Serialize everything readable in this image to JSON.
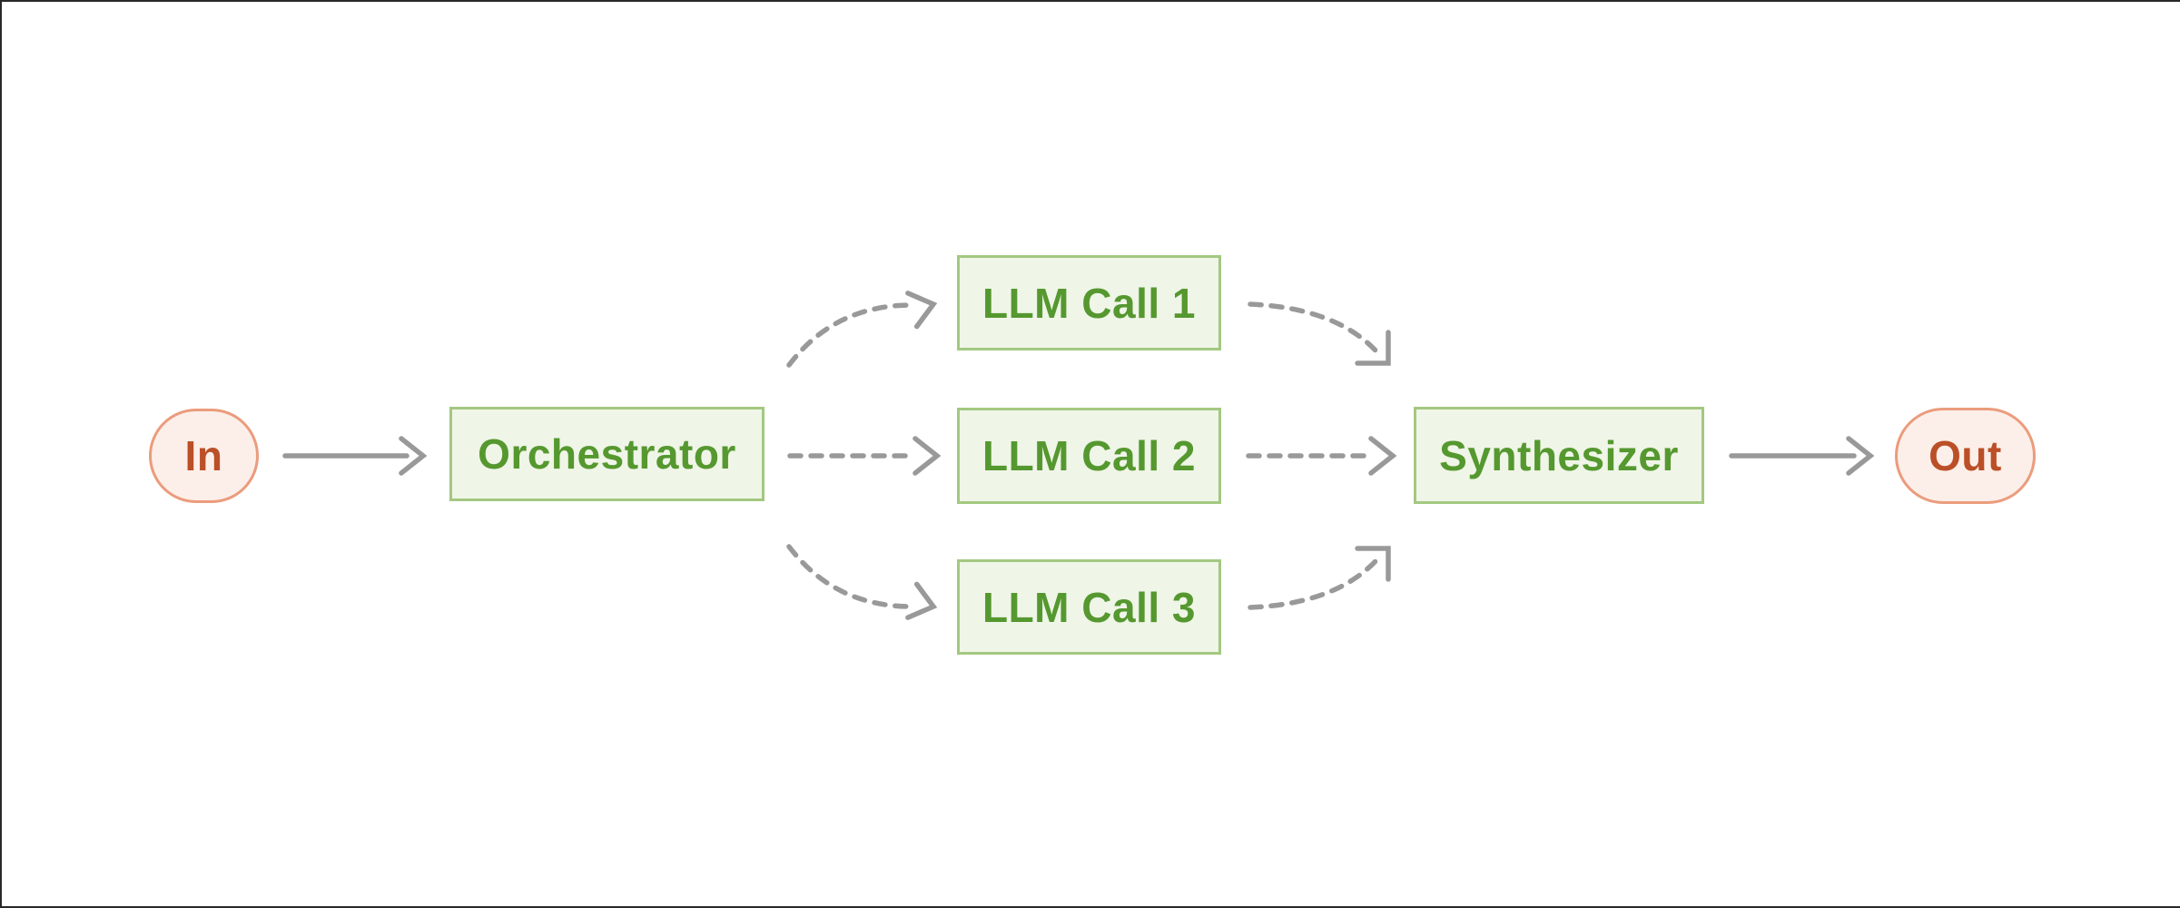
{
  "diagram": {
    "title": "orchestrator-workers-workflow",
    "nodes": {
      "in": {
        "label": "In",
        "shape": "pill"
      },
      "orchestrator": {
        "label": "Orchestrator",
        "shape": "rect"
      },
      "llm_call_1": {
        "label": "LLM Call 1",
        "shape": "rect"
      },
      "llm_call_2": {
        "label": "LLM Call 2",
        "shape": "rect"
      },
      "llm_call_3": {
        "label": "LLM Call 3",
        "shape": "rect"
      },
      "synthesizer": {
        "label": "Synthesizer",
        "shape": "rect"
      },
      "out": {
        "label": "Out",
        "shape": "pill"
      }
    },
    "edges": [
      {
        "from": "in",
        "to": "orchestrator",
        "style": "solid"
      },
      {
        "from": "orchestrator",
        "to": "llm_call_1",
        "style": "dashed"
      },
      {
        "from": "orchestrator",
        "to": "llm_call_2",
        "style": "dashed"
      },
      {
        "from": "orchestrator",
        "to": "llm_call_3",
        "style": "dashed"
      },
      {
        "from": "llm_call_1",
        "to": "synthesizer",
        "style": "dashed"
      },
      {
        "from": "llm_call_2",
        "to": "synthesizer",
        "style": "dashed"
      },
      {
        "from": "llm_call_3",
        "to": "synthesizer",
        "style": "dashed"
      },
      {
        "from": "synthesizer",
        "to": "out",
        "style": "solid"
      }
    ],
    "colors": {
      "process_fill": "#eff5e7",
      "process_border": "#a3c881",
      "process_text": "#55982f",
      "terminal_fill": "#fcefe9",
      "terminal_border": "#eb9c7d",
      "terminal_text": "#bb4f27",
      "arrow": "#999999",
      "frame_border": "#282828"
    }
  }
}
